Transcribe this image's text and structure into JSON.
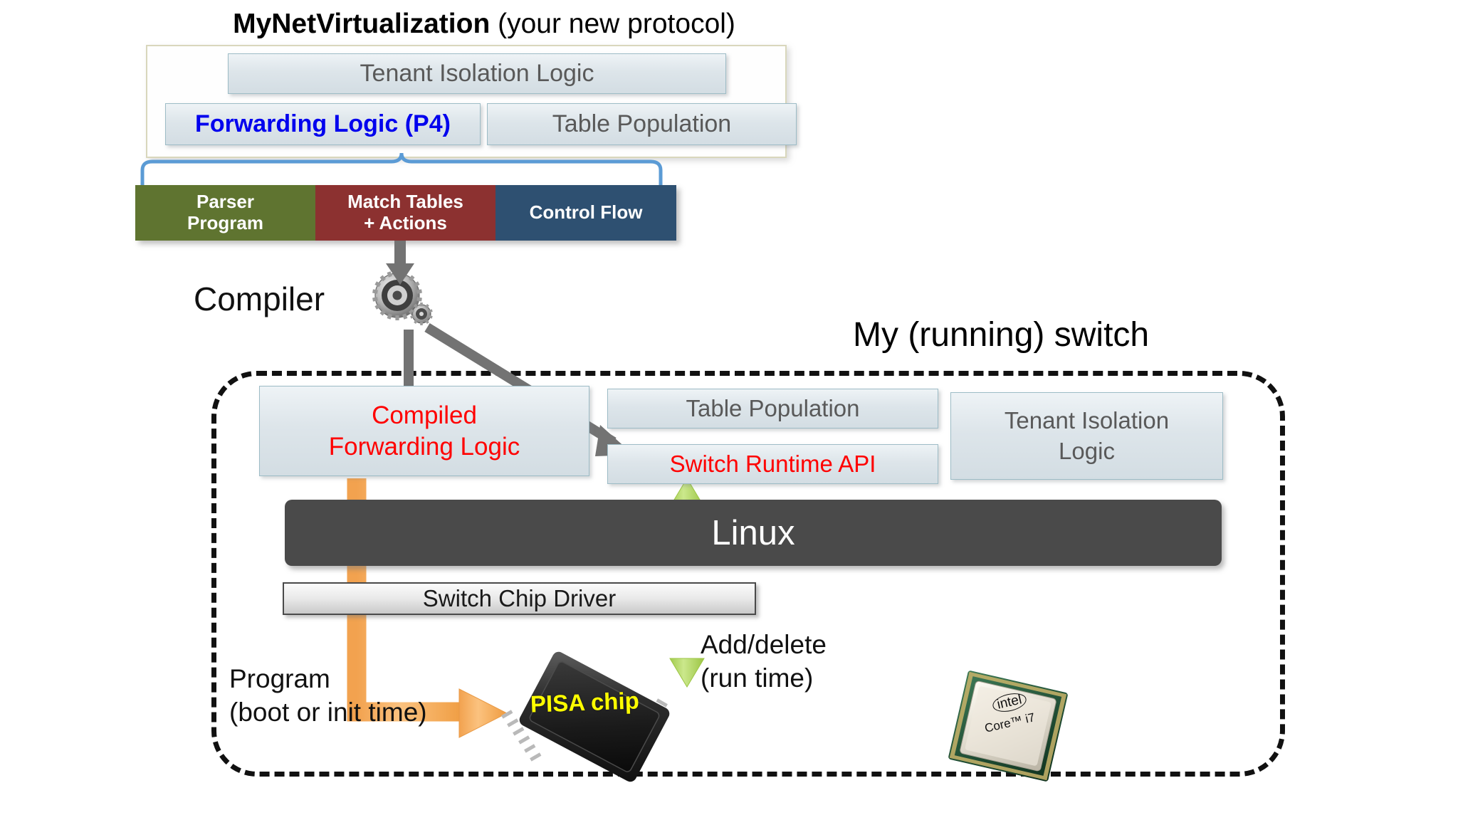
{
  "title": {
    "bold_part": "MyNetVirtualization",
    "rest": " (your new protocol)"
  },
  "top_program": {
    "tenant_isolation": "Tenant Isolation Logic",
    "forwarding_logic": "Forwarding Logic (P4)",
    "table_population": "Table Population"
  },
  "p4_strip": {
    "parser": "Parser\nProgram",
    "parser_line1": "Parser",
    "parser_line2": "Program",
    "match_line1": "Match Tables",
    "match_line2": "+ Actions",
    "control_flow": "Control Flow"
  },
  "compiler": {
    "label": "Compiler",
    "icon": "gear-icon"
  },
  "switch": {
    "title": "My (running) switch",
    "compiled_line1": "Compiled",
    "compiled_line2": "Forwarding Logic",
    "table_population": "Table Population",
    "runtime_api": "Switch Runtime API",
    "tenant_line1": "Tenant Isolation",
    "tenant_line2": "Logic",
    "linux": "Linux",
    "driver": "Switch Chip Driver"
  },
  "labels": {
    "program_line1": "Program",
    "program_line2": "(boot or init time)",
    "adddelete_line1": "Add/delete",
    "adddelete_line2": "(run time)"
  },
  "chips": {
    "pisa": "PISA  chip",
    "intel_brand": "intel",
    "intel_model": "Core™ i7"
  },
  "colors": {
    "parser_green": "#5f7430",
    "match_red": "#8c3130",
    "control_blue": "#2e5071",
    "box_blue": "#dce3e8",
    "p4_blue_text": "#0000ee",
    "red_text": "#ff0000",
    "linux_dark": "#4a4a4a",
    "orange_arrow": "#f7b26a",
    "green_arrow": "#b5d96a",
    "gray_arrow": "#737373",
    "pisa_yellow": "#ffff00"
  }
}
